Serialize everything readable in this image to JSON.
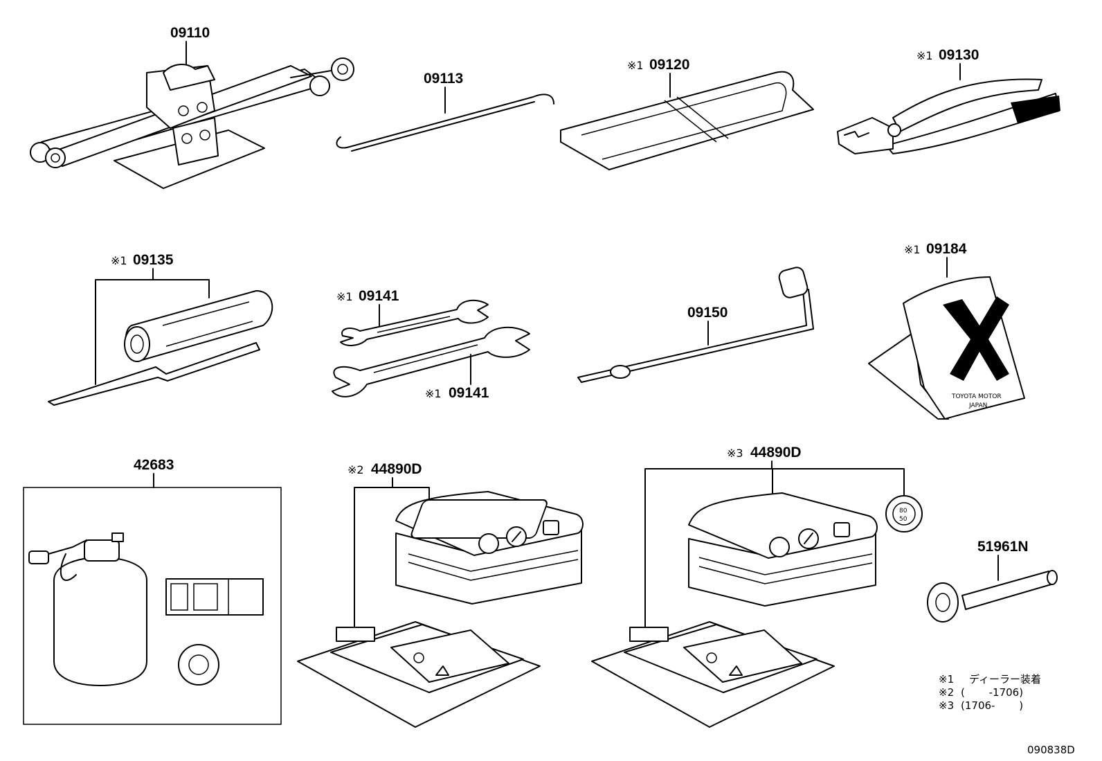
{
  "parts": {
    "p09110": {
      "mark": "",
      "number": "09110"
    },
    "p09113": {
      "mark": "",
      "number": "09113"
    },
    "p09120": {
      "mark": "※1",
      "number": "09120"
    },
    "p09130": {
      "mark": "※1",
      "number": "09130"
    },
    "p09135": {
      "mark": "※1",
      "number": "09135"
    },
    "p09141a": {
      "mark": "※1",
      "number": "09141"
    },
    "p09141b": {
      "mark": "※1",
      "number": "09141"
    },
    "p09150": {
      "mark": "",
      "number": "09150"
    },
    "p09184": {
      "mark": "※1",
      "number": "09184"
    },
    "p42683": {
      "mark": "",
      "number": "42683"
    },
    "p44890a": {
      "mark": "※2",
      "number": "44890D"
    },
    "p44890b": {
      "mark": "※3",
      "number": "44890D"
    },
    "p51961": {
      "mark": "",
      "number": "51961N"
    }
  },
  "chock_text": {
    "line1": "TOYOTA MOTOR",
    "line2": "JAPAN"
  },
  "gauge_label": {
    "top": "80",
    "bottom": "50"
  },
  "legend": [
    {
      "mark": "※1",
      "text": "ディーラー装着"
    },
    {
      "mark": "※2",
      "text": "(　　 -1706)"
    },
    {
      "mark": "※3",
      "text": "(1706-　　 )"
    }
  ],
  "diagram_code": "090838D"
}
